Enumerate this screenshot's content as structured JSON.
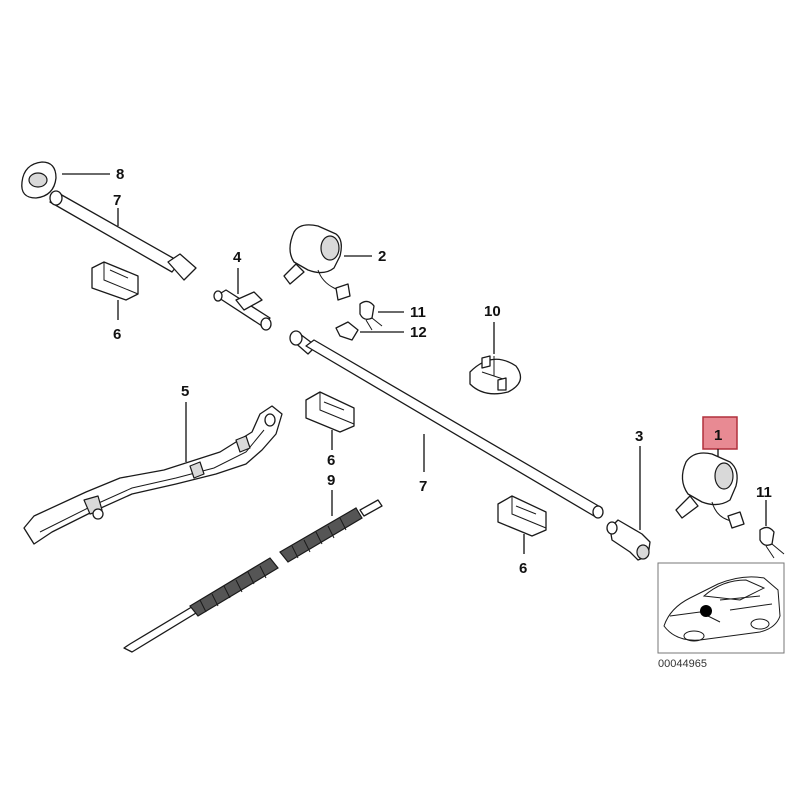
{
  "parts": [
    {
      "id": "1",
      "label": "1",
      "highlighted": true
    },
    {
      "id": "2",
      "label": "2"
    },
    {
      "id": "3",
      "label": "3"
    },
    {
      "id": "4",
      "label": "4"
    },
    {
      "id": "5",
      "label": "5"
    },
    {
      "id": "6a",
      "label": "6"
    },
    {
      "id": "6b",
      "label": "6"
    },
    {
      "id": "6c",
      "label": "6"
    },
    {
      "id": "7a",
      "label": "7"
    },
    {
      "id": "7b",
      "label": "7"
    },
    {
      "id": "8",
      "label": "8"
    },
    {
      "id": "9",
      "label": "9"
    },
    {
      "id": "10",
      "label": "10"
    },
    {
      "id": "11a",
      "label": "11"
    },
    {
      "id": "11b",
      "label": "11"
    },
    {
      "id": "12",
      "label": "12"
    }
  ],
  "reference_code": "00044965",
  "colors": {
    "highlight_fill": "#e88a93",
    "highlight_stroke": "#b0303c",
    "line": "#1a1a1a"
  }
}
